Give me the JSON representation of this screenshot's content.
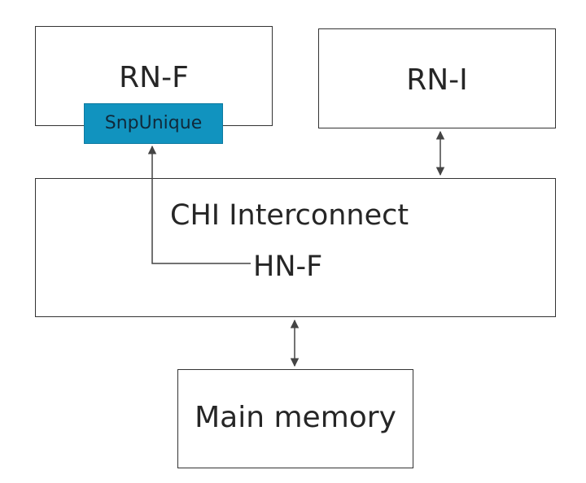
{
  "nodes": {
    "rn_f": "RN-F",
    "rn_i": "RN-I",
    "interconnect": "CHI Interconnect",
    "hn_f": "HN-F",
    "main_memory": "Main memory"
  },
  "messages": {
    "snoop": "SnpUnique"
  },
  "colors": {
    "box_border": "#333333",
    "message_bg": "#1193bf",
    "arrow": "#444444"
  }
}
